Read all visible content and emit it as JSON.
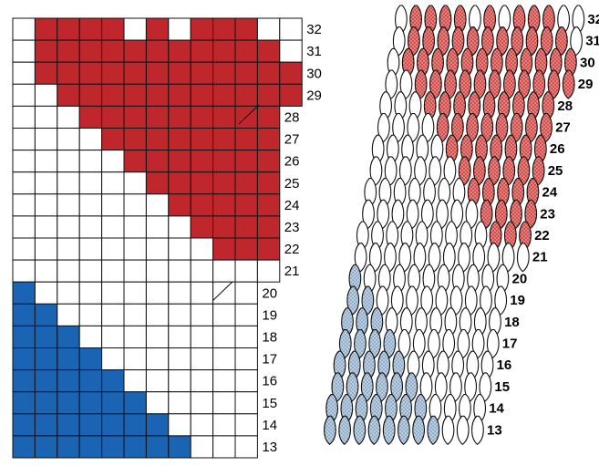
{
  "left_chart": {
    "row_labels": [
      "32",
      "31",
      "30",
      "29",
      "28",
      "27",
      "26",
      "25",
      "24",
      "23",
      "22",
      "21",
      "20",
      "19",
      "18",
      "17",
      "16",
      "15",
      "14",
      "13"
    ],
    "colors": {
      "red": "#c0272d",
      "blue": "#1b63b3",
      "grid": "#111111",
      "empty": "#ffffff"
    },
    "rows": [
      "WRRRRWRWRRRWW",
      "WRRRRRRRRRRRW",
      "WRRRRRRRRRRRR",
      "WWRRRRRRRRRRR",
      "WWWRRRRRRRRR",
      "WWWWRRRRRRRR",
      "WWWWWRRRRRRR",
      "WWWWWWRRRRRR",
      "WWWWWWWRRRRR",
      "WWWWWWWWRRRR",
      "WWWWWWWWWRRR",
      "WWWWWWWWWWWW",
      "BWWWWWWWWWW",
      "BBWWWWWWWWW",
      "BBBWWWWWWWW",
      "BBBBWWWWWWW",
      "BBBBBWWWWWW",
      "BBBBBBWWWWW",
      "BBBBBBBWWWW",
      "BBBBBBBBWWW"
    ]
  },
  "right_chart": {
    "row_labels": [
      "32",
      "31",
      "30",
      "29",
      "28",
      "27",
      "26",
      "25",
      "24",
      "23",
      "22",
      "21",
      "20",
      "19",
      "18",
      "17",
      "16",
      "15",
      "14",
      "13"
    ],
    "colors": {
      "red": "#f07b78",
      "blue": "#b9cde3",
      "outline": "#111111",
      "empty": "#ffffff"
    },
    "rows": [
      "WRRRRWRWRRRWW",
      "WRRRRRRRRRRRW",
      "WRRRRRRRRRRRR",
      "WWRRRRRRRRRRR",
      "WWWRRRRRRRRR",
      "WWWWRRRRRRRR",
      "WWWWWRRRRRRR",
      "WWWWWWRRRRRR",
      "WWWWWWWRRRRR",
      "WWWWWWWWRRRR",
      "WWWWWWWWWRRR",
      "WWWWWWWWWWWW",
      "BWWWWWWWWWW",
      "BBWWWWWWWWW",
      "BBBWWWWWWWW",
      "BBBBWWWWWWW",
      "BBBBBWWWWWW",
      "BBBBBBWWWWW",
      "BBBBBBBWWWW",
      "BBBBBBBBWWW"
    ]
  }
}
